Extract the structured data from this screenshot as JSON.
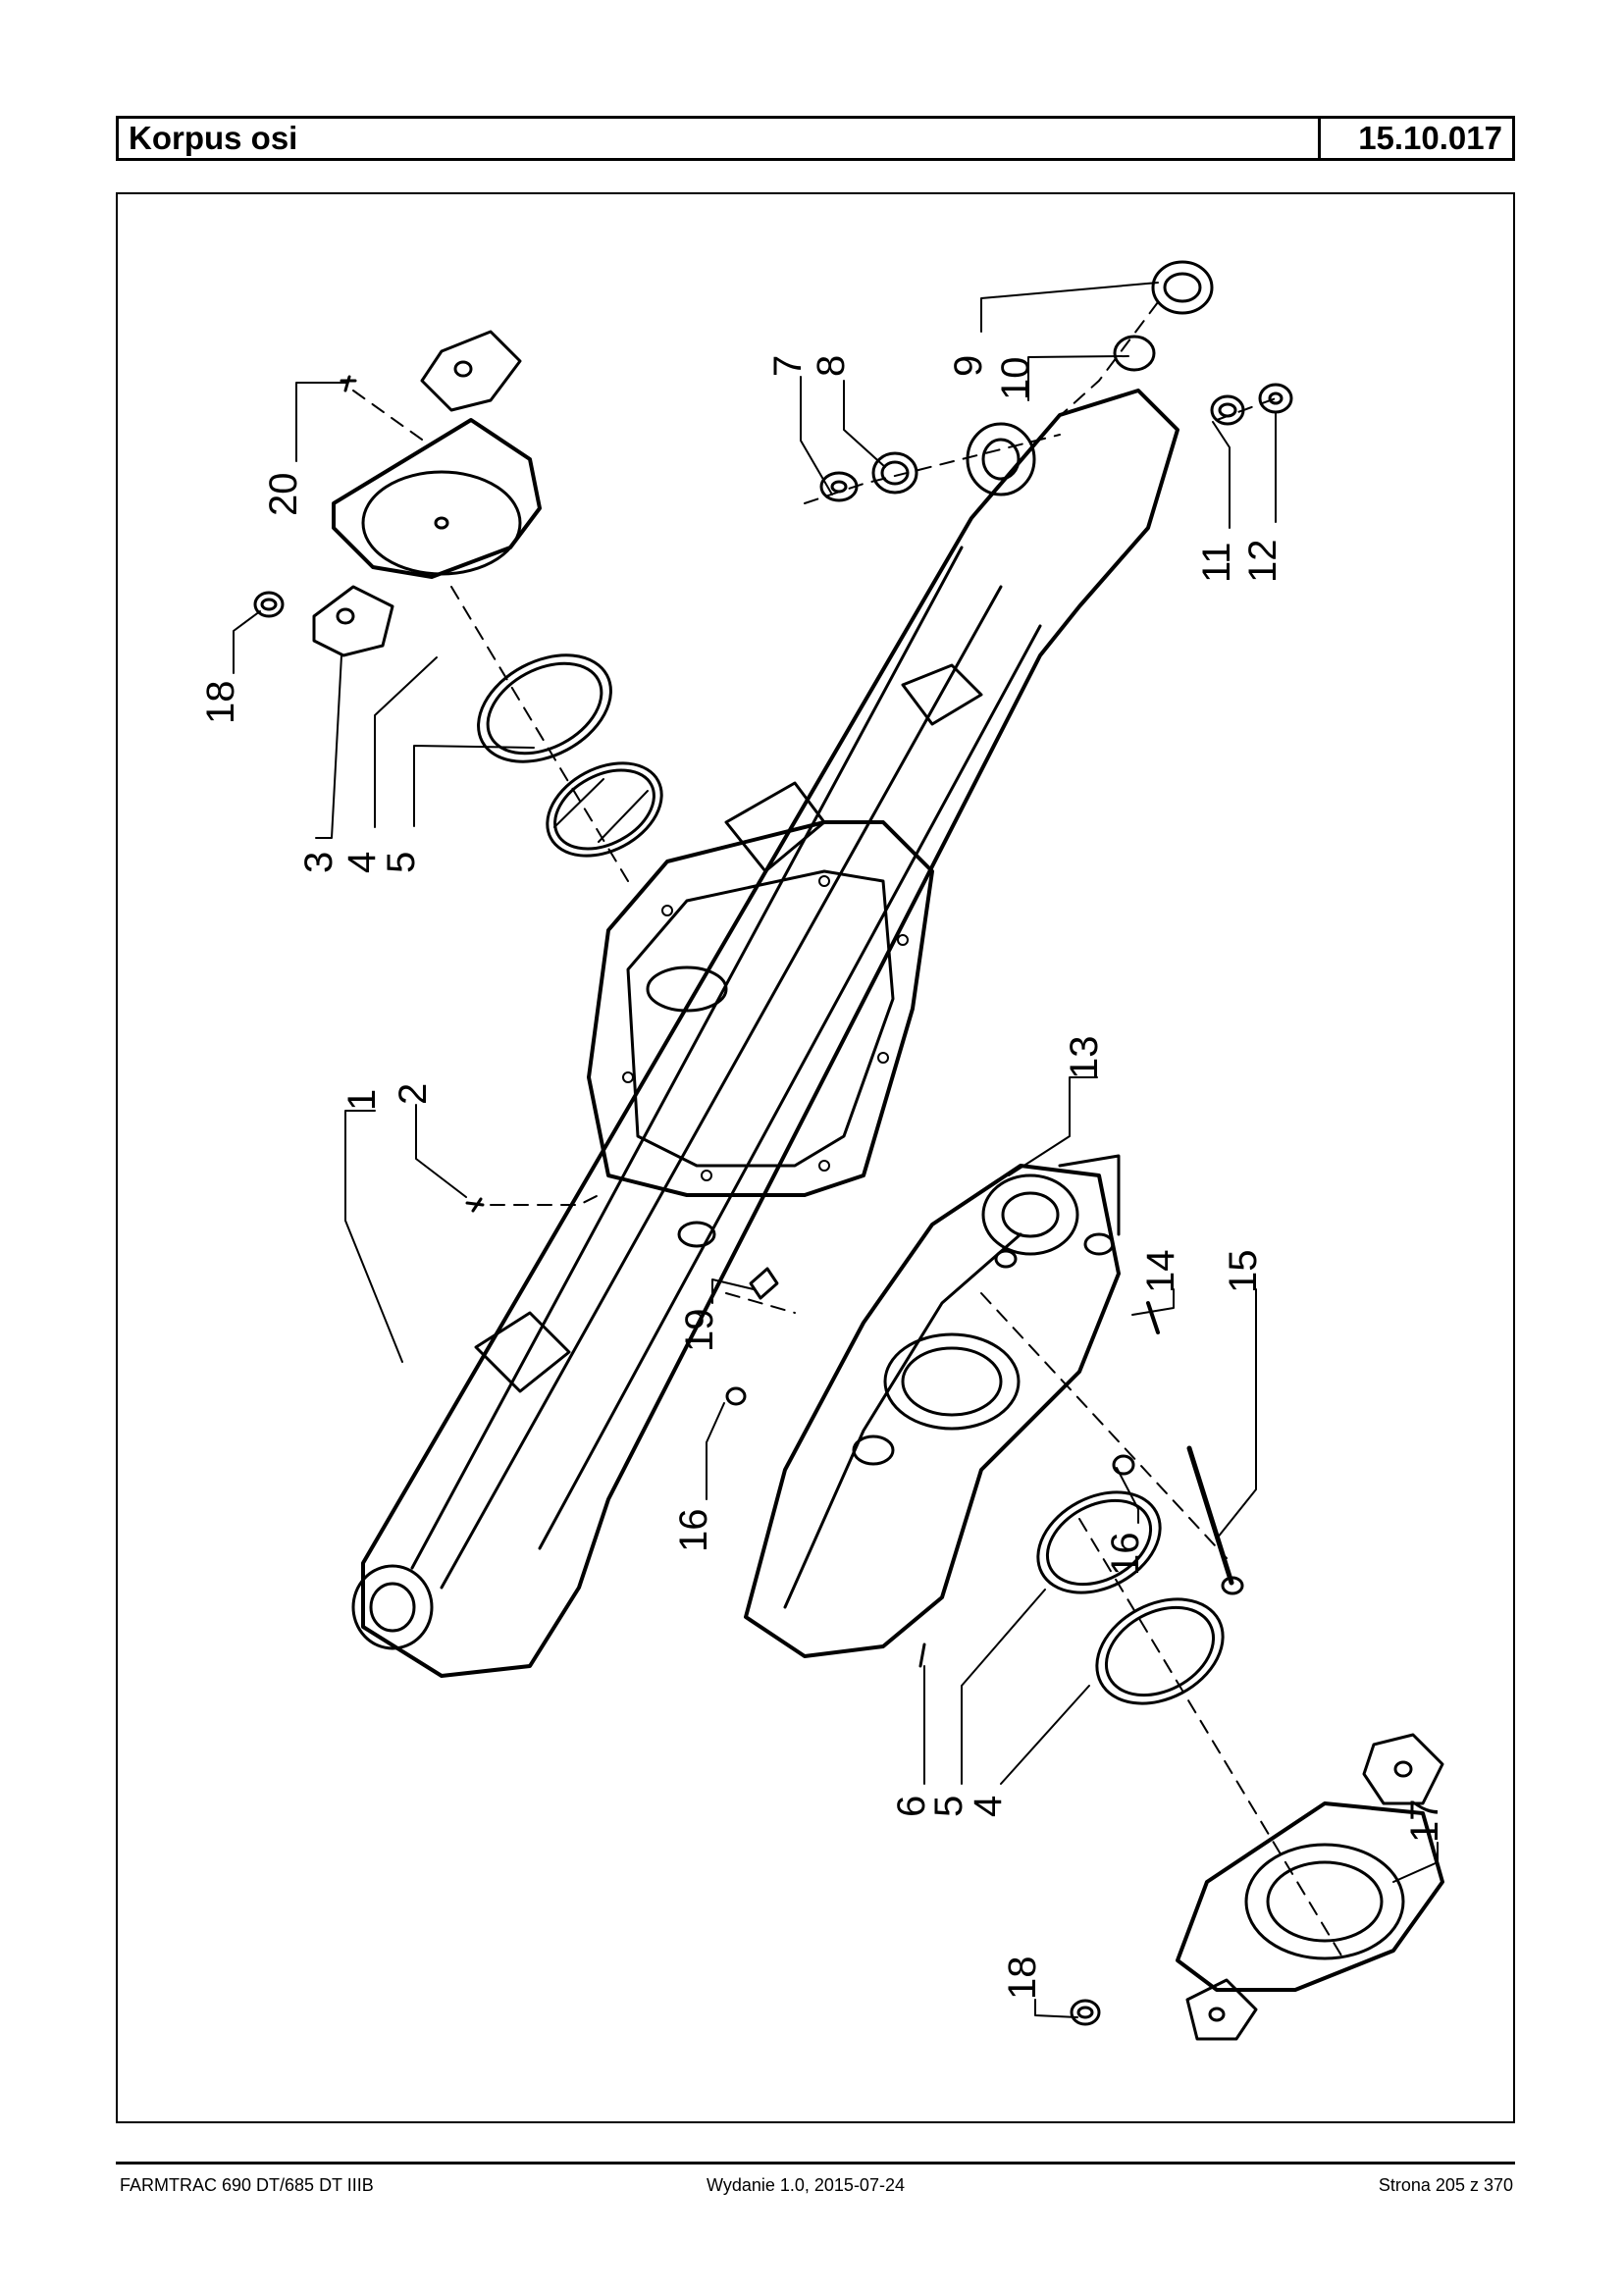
{
  "header": {
    "title": "Korpus osi",
    "code": "15.10.017"
  },
  "callouts": [
    "1",
    "2",
    "3",
    "4",
    "5",
    "18",
    "20",
    "7",
    "8",
    "9",
    "10",
    "11",
    "12",
    "13",
    "14",
    "15",
    "16",
    "16",
    "19",
    "6",
    "5",
    "4",
    "17",
    "18"
  ],
  "footer": {
    "model": "FARMTRAC 690 DT/685 DT IIIB",
    "edition": "Wydanie 1.0,  2015-07-24",
    "page": "Strona 205 z 370"
  }
}
